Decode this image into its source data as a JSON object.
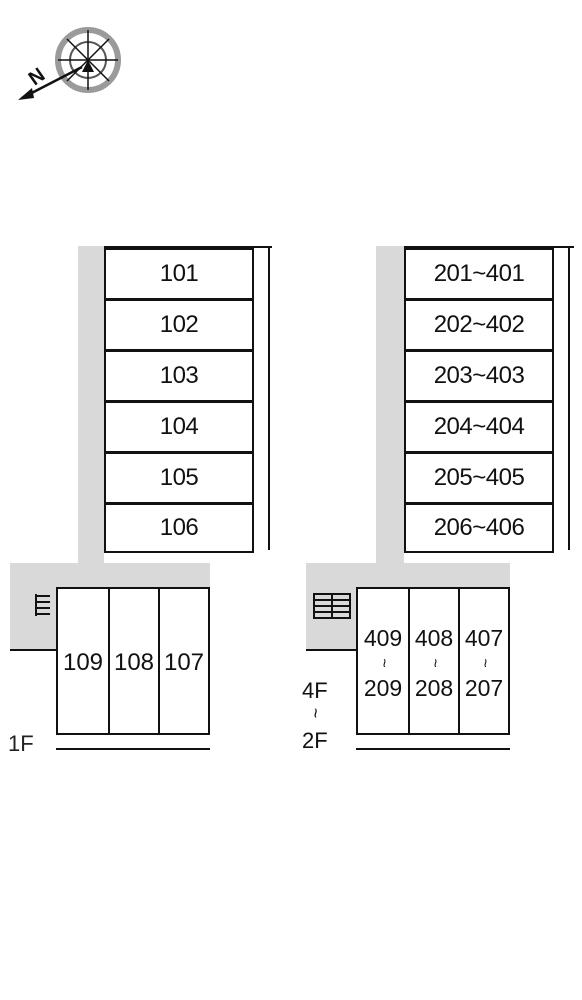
{
  "compass": {
    "icon": "compass-north-arrow-icon",
    "north_letter": "N"
  },
  "building_1f": {
    "floor_label": "1F",
    "row_units": [
      "101",
      "102",
      "103",
      "104",
      "105",
      "106"
    ],
    "col_units": [
      "109",
      "108",
      "107"
    ]
  },
  "building_upper": {
    "floor_top": "4F",
    "floor_range_sep": "~",
    "floor_bottom": "2F",
    "row_units": [
      "201~401",
      "202~402",
      "203~403",
      "204~404",
      "205~405",
      "206~406"
    ],
    "col_units": [
      {
        "top": "409",
        "sep": "~",
        "bottom": "209"
      },
      {
        "top": "408",
        "sep": "~",
        "bottom": "208"
      },
      {
        "top": "407",
        "sep": "~",
        "bottom": "207"
      }
    ]
  },
  "colors": {
    "corridor": "#d9d9d9",
    "line": "#111111"
  }
}
